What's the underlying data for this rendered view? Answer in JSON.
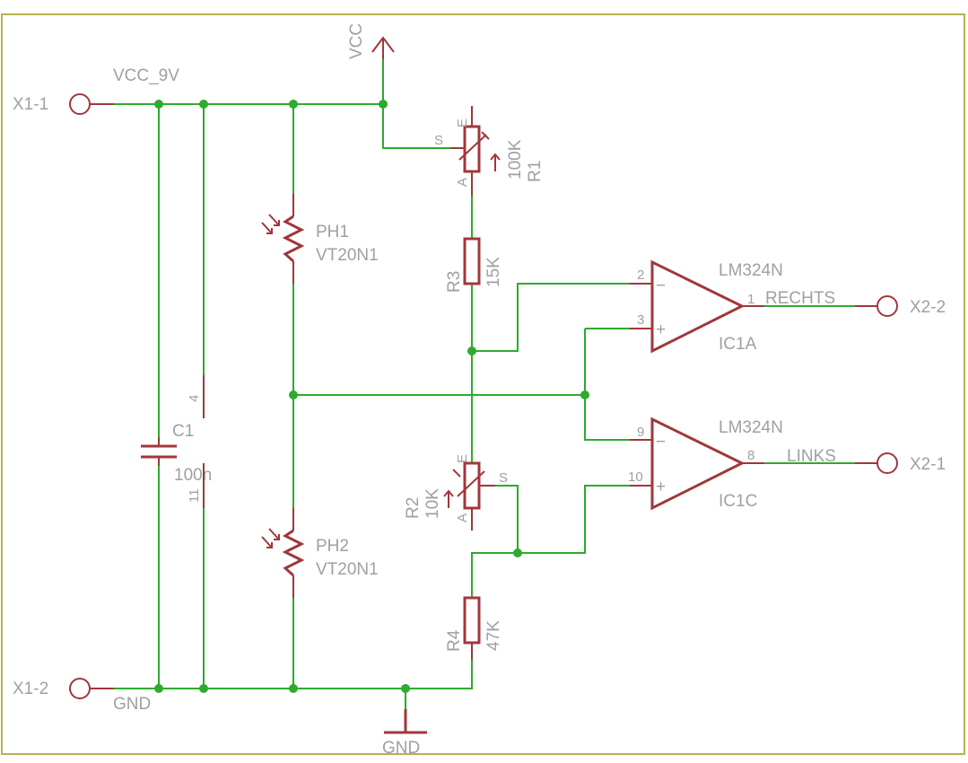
{
  "colors": {
    "wire": "#2eaa2e",
    "part": "#a0373c",
    "text": "#a0a0a0",
    "frame": "#b4b450"
  },
  "connectors": {
    "x1_1": "X1-1",
    "x1_2": "X1-2",
    "x2_1": "X2-1",
    "x2_2": "X2-2"
  },
  "nets": {
    "vcc_9v": "VCC_9V",
    "gnd_rail": "GND",
    "vcc_supply": "VCC",
    "gnd_symbol": "GND",
    "rechts": "RECHTS",
    "links": "LINKS"
  },
  "c1": {
    "name": "C1",
    "value": "100n"
  },
  "supply_pins": {
    "pin4": "4",
    "pin11": "11"
  },
  "ph1": {
    "name": "PH1",
    "value": "VT20N1"
  },
  "ph2": {
    "name": "PH2",
    "value": "VT20N1"
  },
  "r1": {
    "name": "R1",
    "value": "100K",
    "pin_e": "E",
    "pin_s": "S",
    "pin_a": "A"
  },
  "r2": {
    "name": "R2",
    "value": "10K",
    "pin_e": "E",
    "pin_s": "S",
    "pin_a": "A"
  },
  "r3": {
    "name": "R3",
    "value": "15K"
  },
  "r4": {
    "name": "R4",
    "value": "47K"
  },
  "ic1a": {
    "name": "IC1A",
    "part": "LM324N",
    "pin_inv": "2",
    "pin_noninv": "3",
    "pin_out": "1",
    "minus": "−",
    "plus": "+"
  },
  "ic1c": {
    "name": "IC1C",
    "part": "LM324N",
    "pin_inv": "9",
    "pin_noninv": "10",
    "pin_out": "8",
    "minus": "−",
    "plus": "+"
  }
}
